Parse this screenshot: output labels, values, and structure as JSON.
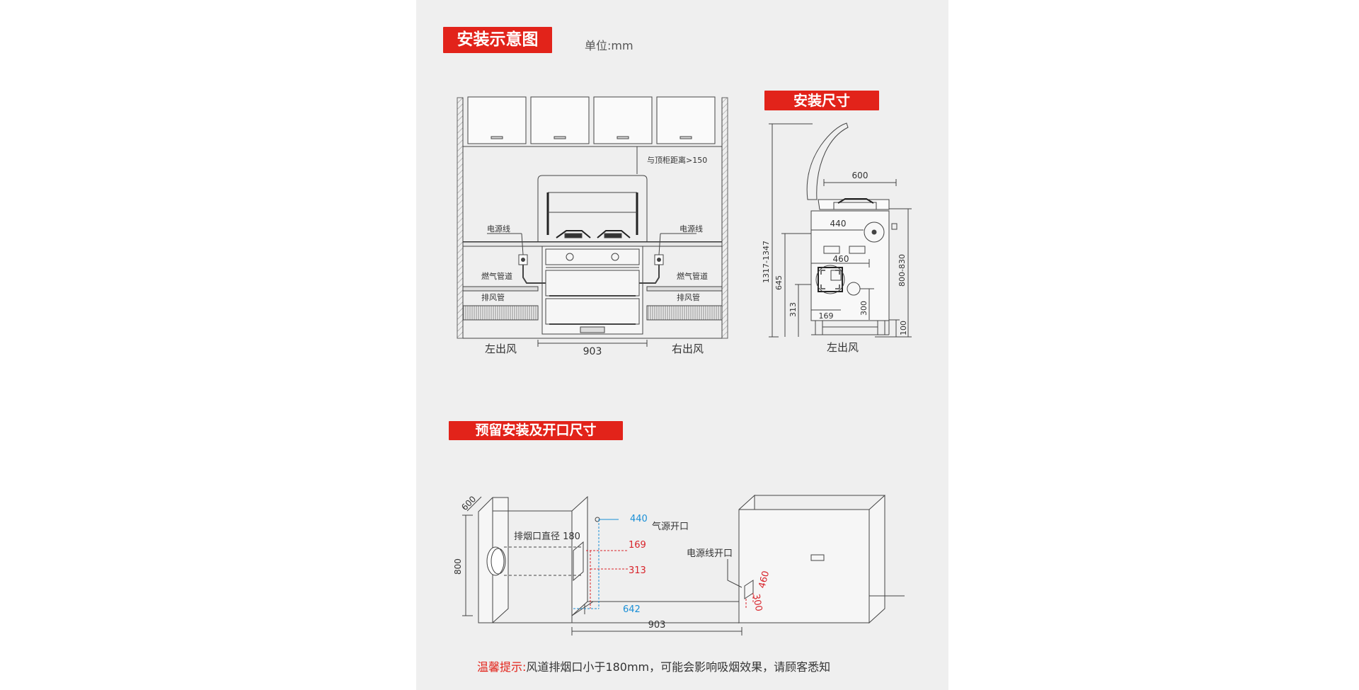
{
  "header": {
    "title": "安装示意图",
    "unit": "单位:mm"
  },
  "front_view": {
    "top_gap": "与顶柜距离>150",
    "power_left": "电源线",
    "power_right": "电源线",
    "gas_pipe_left": "燃气管道",
    "gas_pipe_right": "燃气管道",
    "exhaust_left": "排风管",
    "exhaust_right": "排风管",
    "left_outlet": "左出风",
    "right_outlet": "右出风",
    "width": "903"
  },
  "side_view": {
    "title": "安装尺寸",
    "depth_600": "600",
    "dim_440": "440",
    "dim_460": "460",
    "total_height": "1317-1347",
    "height_645": "645",
    "height_313": "313",
    "dim_169": "169",
    "dim_300": "300",
    "counter_height": "800-830",
    "foot_100": "100",
    "outlet": "左出风"
  },
  "cutout": {
    "title": "预留安装及开口尺寸",
    "depth": "600",
    "height": "800",
    "flue_diameter": "排烟口直径 180",
    "gas_440": "440",
    "gas_opening": "气源开口",
    "dim_169": "169",
    "dim_313": "313",
    "dim_642": "642",
    "power_opening": "电源线开口",
    "dim_460": "460",
    "dim_300": "300",
    "width": "903"
  },
  "tip": {
    "label": "温馨提示:",
    "text": "风道排烟口小于180mm，可能会影响吸烟效果，请顾客悉知"
  },
  "colors": {
    "accent": "#e2231a",
    "dim_blue": "#1a8fd6",
    "dim_red": "#d8232a",
    "line": "#444444"
  }
}
